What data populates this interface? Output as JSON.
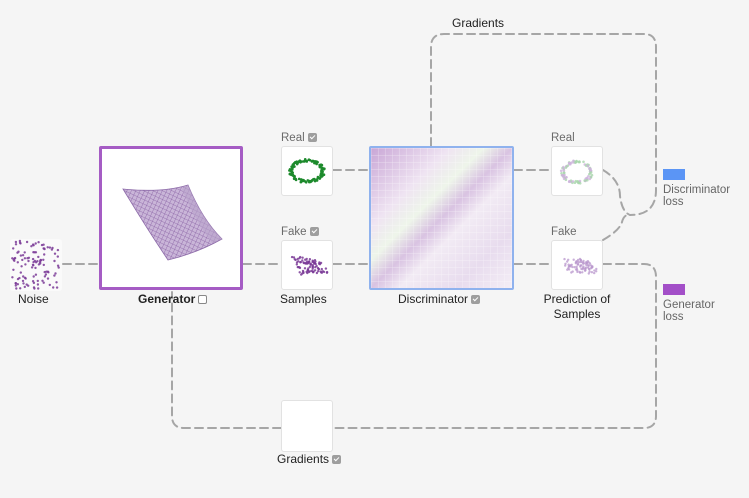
{
  "colors": {
    "generator": "#a55cc4",
    "discriminator": "#8fb2ee",
    "discriminator_loss": "#5b95f5",
    "generator_loss": "#a34fc8",
    "real_points": "#1d8a2c",
    "fake_points": "#7a3a96",
    "wire": "#a6a6a6"
  },
  "nodes": {
    "noise": {
      "label": "Noise"
    },
    "generator": {
      "label": "Generator",
      "checked": false
    },
    "real_samples": {
      "label": "Real",
      "checked": true
    },
    "fake_samples": {
      "label": "Fake",
      "checked": true
    },
    "samples": {
      "label": "Samples"
    },
    "discriminator": {
      "label": "Discriminator",
      "checked": true
    },
    "prediction_real": {
      "label": "Real"
    },
    "prediction_fake": {
      "label": "Fake"
    },
    "prediction": {
      "label_line1": "Prediction of",
      "label_line2": "Samples"
    },
    "gradients_bottom": {
      "label": "Gradients",
      "checked": true
    },
    "gradients_top": {
      "label": "Gradients"
    }
  },
  "legend": {
    "discriminator_loss": {
      "line1": "Discriminator",
      "line2": "loss"
    },
    "generator_loss": {
      "line1": "Generator",
      "line2": "loss"
    }
  }
}
